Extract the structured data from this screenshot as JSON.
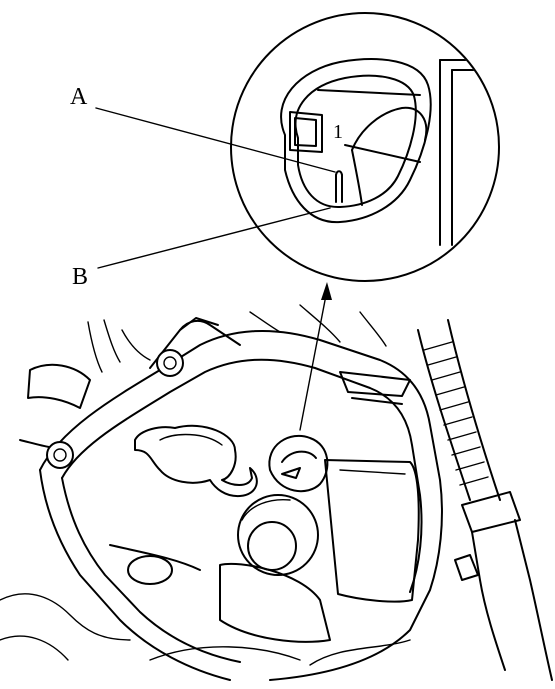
{
  "labels": {
    "a": "A",
    "b": "B",
    "part_1": "1"
  },
  "colors": {
    "line": "#000000",
    "background": "#ffffff"
  }
}
